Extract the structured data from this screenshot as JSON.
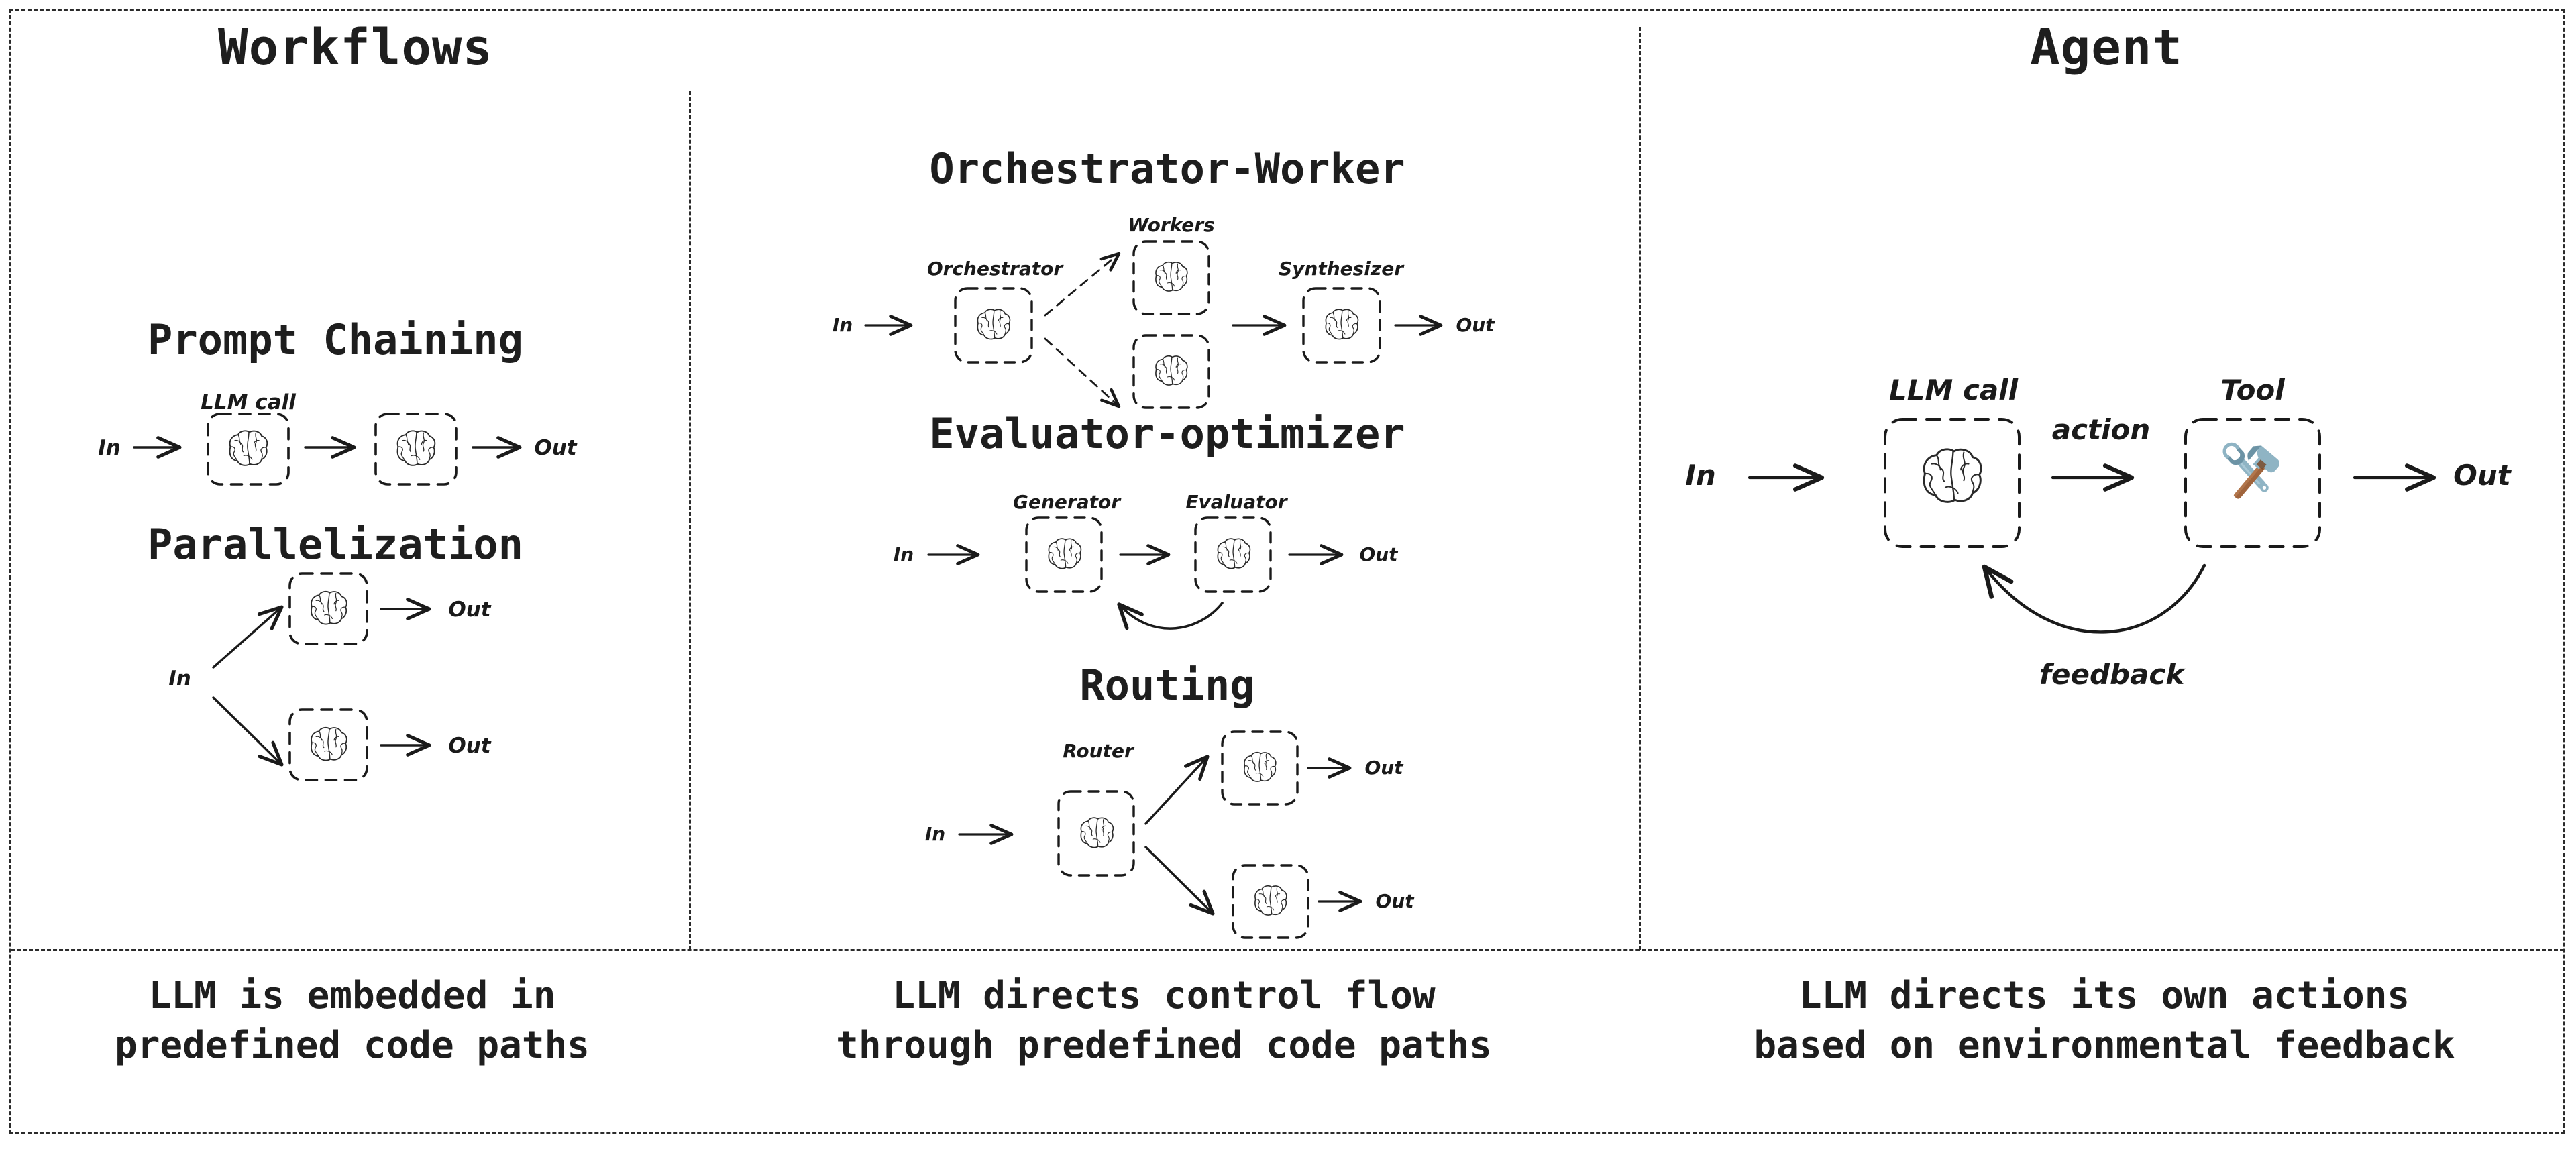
{
  "columns": {
    "workflows_title": "Workflows",
    "agent_title": "Agent"
  },
  "captions": {
    "workflows_left": "LLM is embedded in\npredefined code paths",
    "workflows_right": "LLM directs control flow\nthrough predefined code paths",
    "agent": "LLM directs its own actions\nbased on environmental feedback"
  },
  "patterns": {
    "prompt_chaining": {
      "title": "Prompt Chaining",
      "in_label": "In",
      "out_label": "Out",
      "node_label": "LLM call",
      "node_icon": "brain-icon",
      "node_count": 2
    },
    "parallelization": {
      "title": "Parallelization",
      "in_label": "In",
      "out_label_top": "Out",
      "out_label_bottom": "Out",
      "node_icon": "brain-icon",
      "node_count": 2
    },
    "orchestrator_worker": {
      "title": "Orchestrator-Worker",
      "in_label": "In",
      "out_label": "Out",
      "orchestrator_label": "Orchestrator",
      "workers_label": "Workers",
      "synthesizer_label": "Synthesizer",
      "node_icon": "brain-icon",
      "worker_count": 2
    },
    "evaluator_optimizer": {
      "title": "Evaluator-optimizer",
      "in_label": "In",
      "out_label": "Out",
      "generator_label": "Generator",
      "evaluator_label": "Evaluator",
      "node_icon": "brain-icon"
    },
    "routing": {
      "title": "Routing",
      "in_label": "In",
      "router_label": "Router",
      "out_label_top": "Out",
      "out_label_bottom": "Out",
      "node_icon": "brain-icon"
    },
    "agent": {
      "in_label": "In",
      "out_label": "Out",
      "llm_call_label": "LLM call",
      "tool_label": "Tool",
      "action_label": "action",
      "feedback_label": "feedback",
      "llm_icon": "brain-icon",
      "tool_icon": "hammer-and-wrench-icon"
    }
  },
  "colors": {
    "ink": "#1a1a1a",
    "frame": "#2b2b2b",
    "background": "#ffffff",
    "tool_metal": "#8FB4C4",
    "tool_metal_dark": "#6C93A5",
    "tool_handle": "#A0643C",
    "tool_handle_dark": "#8A5230"
  }
}
